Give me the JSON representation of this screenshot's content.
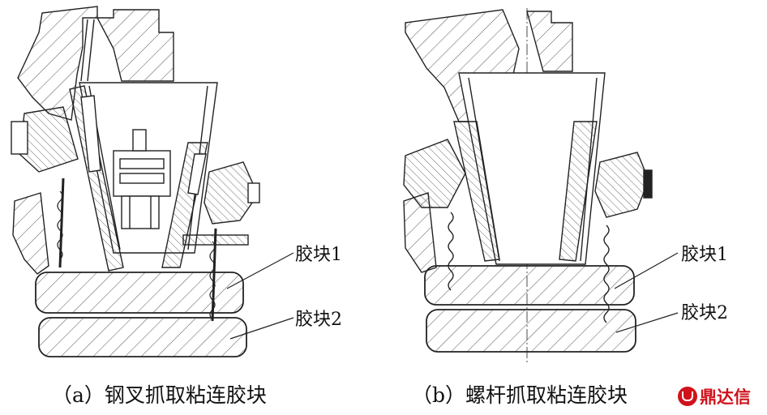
{
  "panel_a": {
    "label_block1": "胶块1",
    "label_block2": "胶块2",
    "caption": "（a）钢叉抓取粘连胶块"
  },
  "panel_b": {
    "label_block1": "胶块1",
    "label_block2": "胶块2",
    "caption": "（b）螺杆抓取粘连胶块"
  },
  "logo": {
    "text": "鼎达信",
    "color": "#d0121b"
  }
}
